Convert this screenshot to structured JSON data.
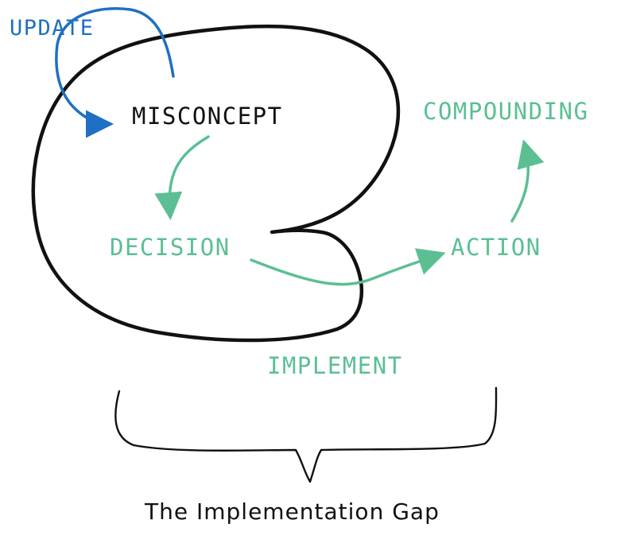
{
  "colors": {
    "ink": "#111111",
    "blue": "#1f6fc2",
    "green": "#5bbf93"
  },
  "labels": {
    "update": "UPDATE",
    "misconcept": "MISCONCEPT",
    "compounding": "COMPOUNDING",
    "decision": "DECISION",
    "action": "ACTION",
    "implement": "IMPLEMENT",
    "caption": "The Implementation Gap"
  }
}
